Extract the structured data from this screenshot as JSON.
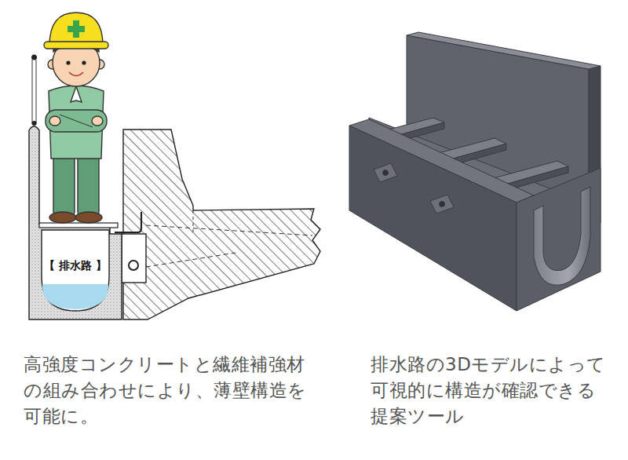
{
  "diagram": {
    "nodes": [
      {
        "text": [
          "【 排水路 】"
        ]
      }
    ],
    "labels": [
      "高強度コンクリートと繊維補強材 の組み合わせにより、薄壁構造を 可能に。",
      "排水路の3Dモデルによって 可視的に構造が確認できる 提案ツール"
    ]
  }
}
